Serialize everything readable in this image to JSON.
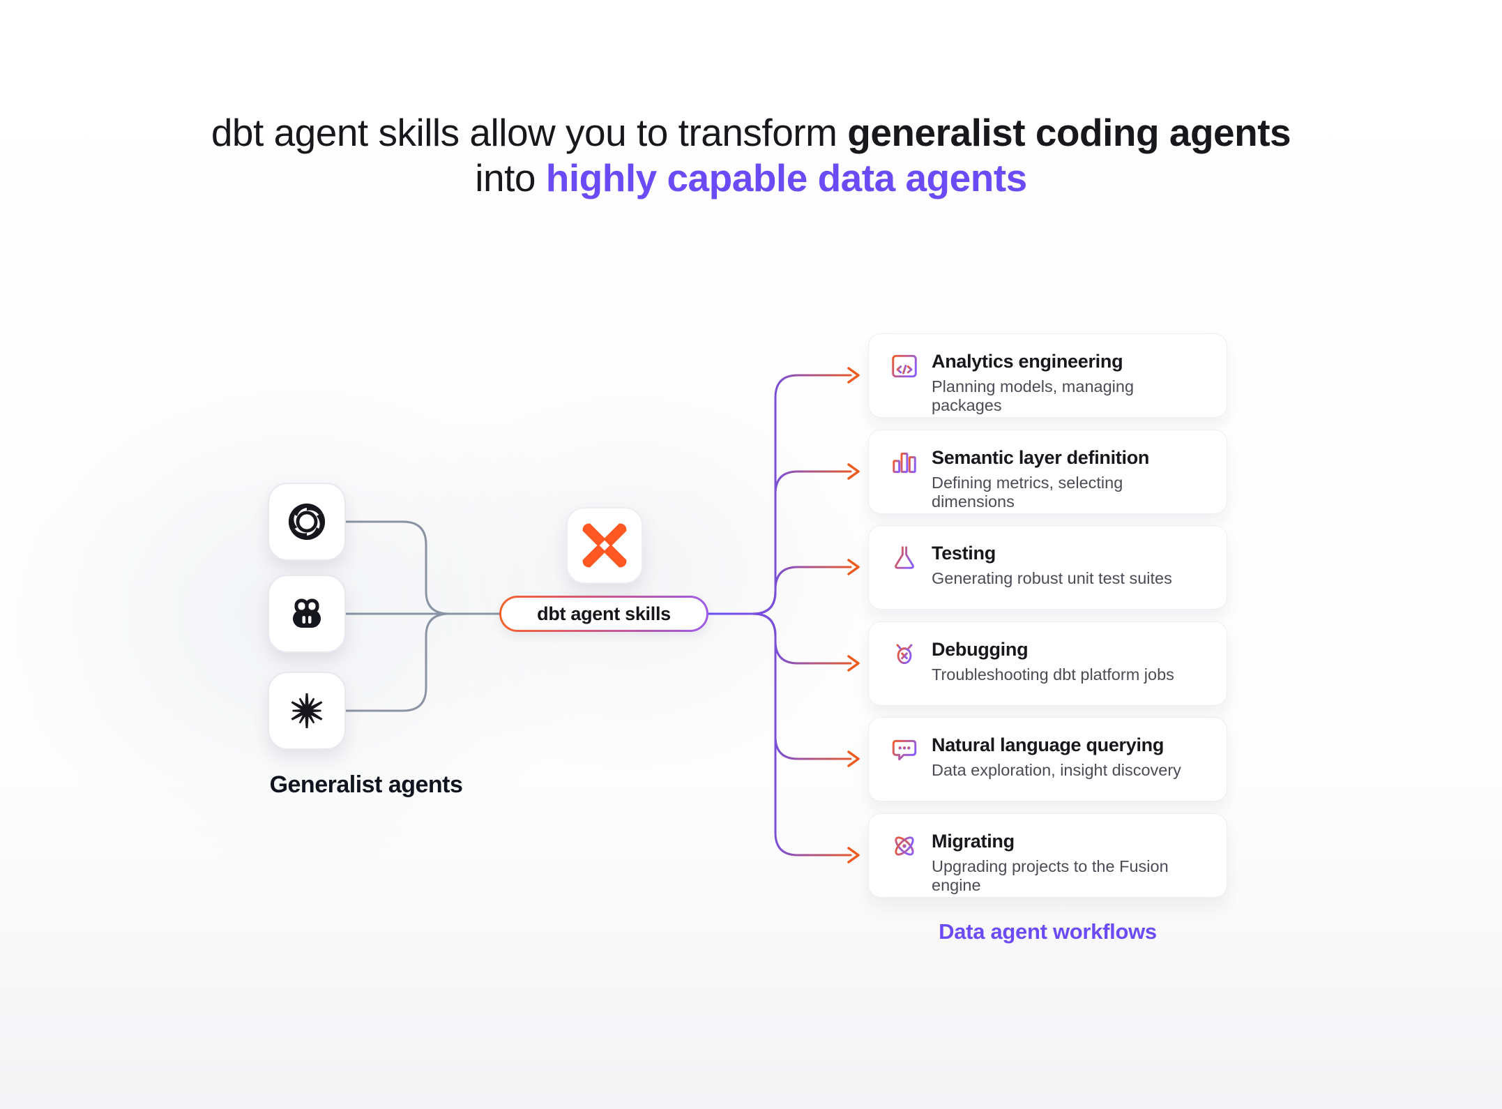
{
  "title": {
    "line1_normal": "dbt agent skills allow you to transform ",
    "line1_bold": "generalist coding agents",
    "line2_normal": "into ",
    "line2_accent": "highly capable data agents"
  },
  "left": {
    "label": "Generalist agents",
    "agents": [
      {
        "name": "OpenAI",
        "icon": "openai-icon"
      },
      {
        "name": "GitHub Copilot",
        "icon": "github-copilot-icon"
      },
      {
        "name": "Claude",
        "icon": "claude-starburst-icon"
      }
    ]
  },
  "center": {
    "logo": "dbt-icon",
    "pill_label": "dbt agent skills"
  },
  "right": {
    "label": "Data agent workflows",
    "cards": [
      {
        "icon": "code-window-icon",
        "title": "Analytics engineering",
        "subtitle": "Planning models, managing packages"
      },
      {
        "icon": "bar-chart-icon",
        "title": "Semantic layer definition",
        "subtitle": "Defining metrics, selecting dimensions"
      },
      {
        "icon": "flask-icon",
        "title": "Testing",
        "subtitle": "Generating robust unit test suites"
      },
      {
        "icon": "bug-icon",
        "title": "Debugging",
        "subtitle": "Troubleshooting dbt platform jobs"
      },
      {
        "icon": "chat-bubble-icon",
        "title": "Natural language querying",
        "subtitle": "Data exploration, insight discovery"
      },
      {
        "icon": "atom-icon",
        "title": "Migrating",
        "subtitle": "Upgrading projects to the Fusion engine"
      }
    ]
  },
  "colors": {
    "accent_purple": "#6B4BF5",
    "dbt_orange": "#FF5721",
    "arrow_orange": "#EE5A1E",
    "connector_gray": "#8A93A4",
    "icon_gradient_start": "#F05A28",
    "icon_gradient_end": "#8B5CF6",
    "text_dark": "#15151A",
    "text_sub": "#4B4B55"
  }
}
